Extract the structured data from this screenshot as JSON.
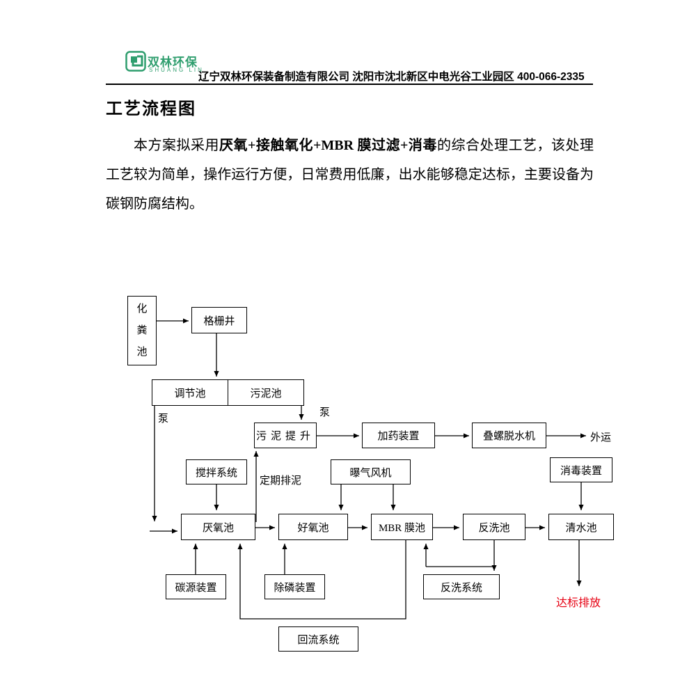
{
  "header": {
    "brand_cn": "双林环保",
    "brand_en": "SHUANG LIN",
    "company_info": "辽宁双林环保装备制造有限公司 沈阳市沈北新区中电光谷工业园区 400-066-2335"
  },
  "page": {
    "title": "工艺流程图",
    "paragraph_lead": "本方案拟采用",
    "paragraph_bold": "厌氧+接触氧化+MBR 膜过滤+消毒",
    "paragraph_rest": "的综合处理工艺，该处理工艺较为简单，操作运行方便，日常费用低廉，出水能够稳定达标，主要设备为碳钢防腐结构。"
  },
  "diagram": {
    "nodes": {
      "septic_tank": "化粪池",
      "grid_well": "格栅井",
      "regulating_tank": "调节池",
      "sludge_tank": "污泥池",
      "sludge_lift": "污泥提升",
      "dosing_device": "加药装置",
      "screw_dewaterer": "叠螺脱水机",
      "mixing_system": "搅拌系统",
      "aeration_fan": "曝气风机",
      "disinfection_device": "消毒装置",
      "anaerobic_tank": "厌氧池",
      "aerobic_tank": "好氧池",
      "mbr_tank": "MBR 膜池",
      "backwash_tank": "反洗池",
      "clean_water_tank": "清水池",
      "carbon_source_device": "碳源装置",
      "phosphorus_removal_device": "除磷装置",
      "backwash_system": "反洗系统",
      "reflux_system": "回流系统"
    },
    "labels": {
      "pump": "泵",
      "periodic_sludge": "定期排泥",
      "outbound": "外运",
      "discharge": "达标排放"
    }
  },
  "colors": {
    "brand_green": "#2f9e6e",
    "discharge_red": "#e60012",
    "diagram_line": "#000000"
  }
}
